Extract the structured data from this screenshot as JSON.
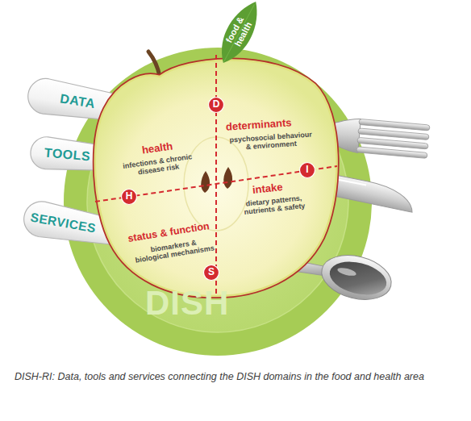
{
  "diagram": {
    "caption": "DISH-RI: Data, tools and services connecting the DISH domains in the food and health area",
    "nodes": [
      {
        "text": [
          "DISH"
        ]
      },
      {
        "text": [
          "food & health"
        ]
      },
      {
        "text": [
          "DATA"
        ]
      },
      {
        "text": [
          "TOOLS"
        ]
      },
      {
        "text": [
          "SERVICES"
        ]
      },
      {
        "text": [
          "health",
          "infections & chronic disease risk"
        ],
        "in": 0
      },
      {
        "text": [
          "H"
        ],
        "in": 5
      },
      {
        "text": [
          "determinants",
          "psychosocial behaviour & environment"
        ],
        "in": 0
      },
      {
        "text": [
          "D"
        ],
        "in": 7
      },
      {
        "text": [
          "status & function",
          "biomarkers & biological mechanisms"
        ],
        "in": 0
      },
      {
        "text": [
          "S"
        ],
        "in": 9
      },
      {
        "text": [
          "intake",
          "dietary patterns, nutrients & safety"
        ],
        "in": 0
      },
      {
        "text": [
          "I"
        ],
        "in": 11
      }
    ]
  }
}
